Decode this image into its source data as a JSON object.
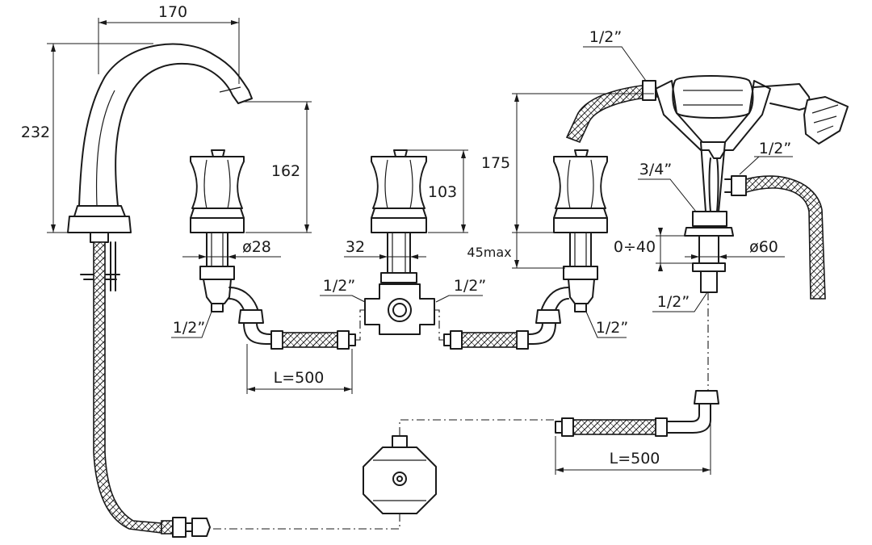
{
  "dimensions": {
    "spout_reach": "170",
    "spout_height": "232",
    "valve_height": "162",
    "handle_height": "103",
    "handle_diameter": "ø28",
    "body_width": "32",
    "handset_height": "175",
    "deck_thickness_max": "45max",
    "deck_range": "0÷40",
    "base_diameter": "ø60",
    "hose_length_left": "L=500",
    "hose_length_right": "L=500"
  },
  "threads": {
    "handset_hose_top": "1/2”",
    "hose_outlet_right": "1/2”",
    "handset_inlet": "3/4”",
    "handset_shank": "1/2”",
    "diverter_left": "1/2”",
    "diverter_right": "1/2”",
    "left_valve_outlet": "1/2”",
    "right_valve_outlet": "1/2”"
  }
}
